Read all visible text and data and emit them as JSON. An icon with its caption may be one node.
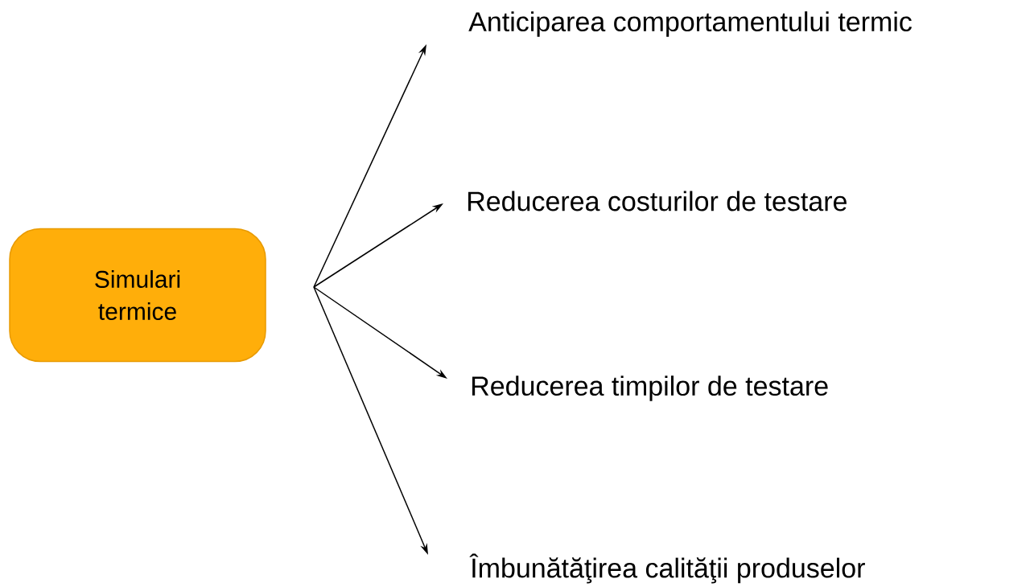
{
  "diagram": {
    "nodes": [
      {
        "text": [
          "Simulari termice"
        ]
      },
      {
        "text": [
          "Anticiparea comportamentului termic"
        ]
      },
      {
        "text": [
          "Reducerea costurilor de testare"
        ]
      },
      {
        "text": [
          "Reducerea timpilor de testare"
        ]
      },
      {
        "text": [
          "Îmbunătăţirea calităţii produselor"
        ]
      }
    ],
    "edges": [
      {
        "from": null,
        "to": 1,
        "arrow": "to"
      },
      {
        "from": null,
        "to": 2,
        "arrow": "to"
      },
      {
        "from": null,
        "to": 3,
        "arrow": "to"
      },
      {
        "from": null,
        "to": 4,
        "arrow": "to"
      }
    ]
  }
}
